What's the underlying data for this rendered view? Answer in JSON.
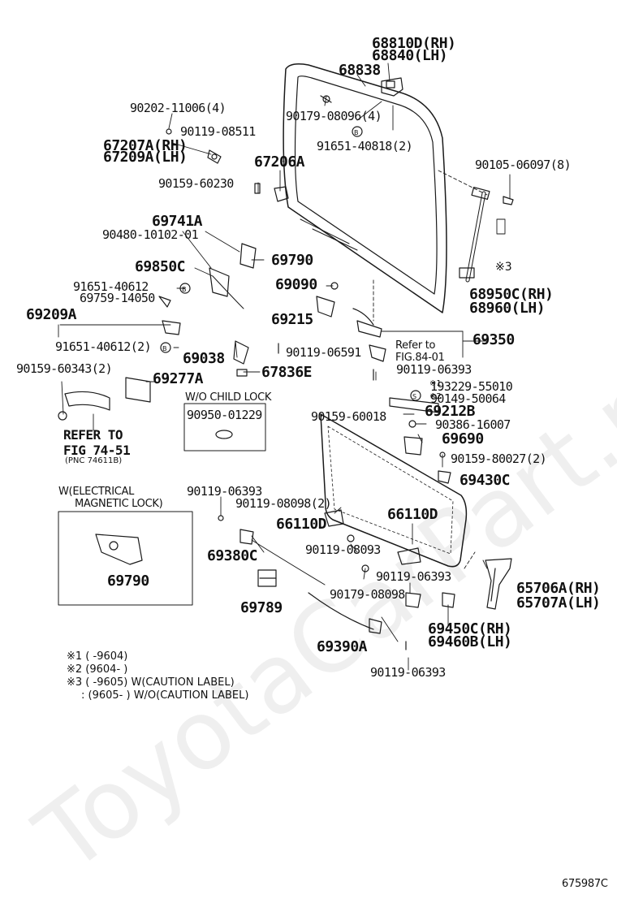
{
  "watermark": "ToyotaCarPart.ru",
  "drawing_id": "675987C",
  "part_labels": {
    "p68810D": "68810D(RH)",
    "p68840": "68840(LH)",
    "p68838": "68838",
    "p90202": "90202-11006(4)",
    "p90179a": "90179-08096(4)",
    "p90119_08511": "90119-08511",
    "p67207A": "67207A(RH)",
    "p67209A": "67209A(LH)",
    "p91651_40818": "91651-40818(2)",
    "p67206A": "67206A",
    "p90105": "90105-06097(8)",
    "p90159_60230": "90159-60230",
    "p69741A": "69741A",
    "p90480": "90480-10102-01",
    "p69790a": "69790",
    "p69850C": "69850C",
    "p69090": "69090",
    "p91651_40612a": "91651-40612",
    "p69759": "69759-14050",
    "p68950C": "68950C(RH)",
    "p68960": "68960(LH)",
    "p69209A": "69209A",
    "p69215": "69215",
    "p69350": "69350",
    "p91651_40612b": "91651-40612(2)",
    "p90119_06591": "90119-06591",
    "p69038": "69038",
    "p67836E": "67836E",
    "p90119_06393a": "90119-06393",
    "p90159_60343": "90159-60343(2)",
    "p69277A": "69277A",
    "p193229": "193229-55010",
    "p90149": "90149-50064",
    "p69212B": "69212B",
    "p90386": "90386-16007",
    "p90159_60018": "90159-60018",
    "p90950": "90950-01229",
    "p69690": "69690",
    "p90159_80027": "90159-80027(2)",
    "p69430C": "69430C",
    "p90119_06393b": "90119-06393",
    "p90119_08098a": "90119-08098(2)",
    "p66110Da": "66110D",
    "p66110Db": "66110D",
    "p69790b": "69790",
    "p69380C": "69380C",
    "p90119_08093": "90119-08093",
    "p90119_06393c": "90119-06393",
    "p65706A": "65706A(RH)",
    "p65707A": "65707A(LH)",
    "p90179_08098": "90179-08098",
    "p69789": "69789",
    "p69450C": "69450C(RH)",
    "p69460B": "69460B(LH)",
    "p69390A": "69390A",
    "p90119_06393d": "90119-06393"
  },
  "marks": {
    "mark3": "※3",
    "mark1": "※1",
    "mark2": "※2"
  },
  "references": {
    "refer_fig84_line1": "Refer to",
    "refer_fig84_line2": "FIG.84-01",
    "refer_fig74_line1": "REFER TO",
    "refer_fig74_line2": "FIG 74-51",
    "refer_fig74_line3": "(PNC 74611B)"
  },
  "boxes": {
    "child_lock_title": "W/O CHILD LOCK",
    "electrical_lock_line1": "W(ELECTRICAL",
    "electrical_lock_line2": "MAGNETIC LOCK)"
  },
  "footnotes": {
    "n1": "※1 (       -9604)",
    "n2": "※2 (9604-       )",
    "n3": "※3 (       -9605) W(CAUTION LABEL)",
    "n4": ": (9605-       ) W/O(CAUTION LABEL)"
  }
}
